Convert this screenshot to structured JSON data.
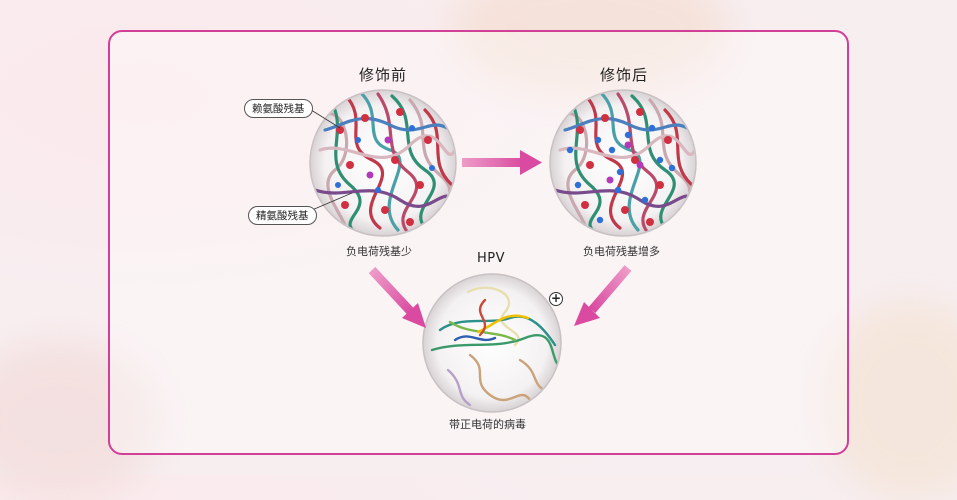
{
  "labels": {
    "before_title": "修饰前",
    "after_title": "修饰后",
    "lysine": "赖氨酸残基",
    "arginine": "精氨酸残基",
    "before_caption": "负电荷残基少",
    "after_caption": "负电荷残基增多",
    "hpv_title": "HPV",
    "hpv_caption": "带正电荷的病毒",
    "plus_sign": "+"
  },
  "colors": {
    "frame": "#d13f96",
    "arrow": "#d94aa0",
    "arrow_light": "#ee9cc8"
  }
}
